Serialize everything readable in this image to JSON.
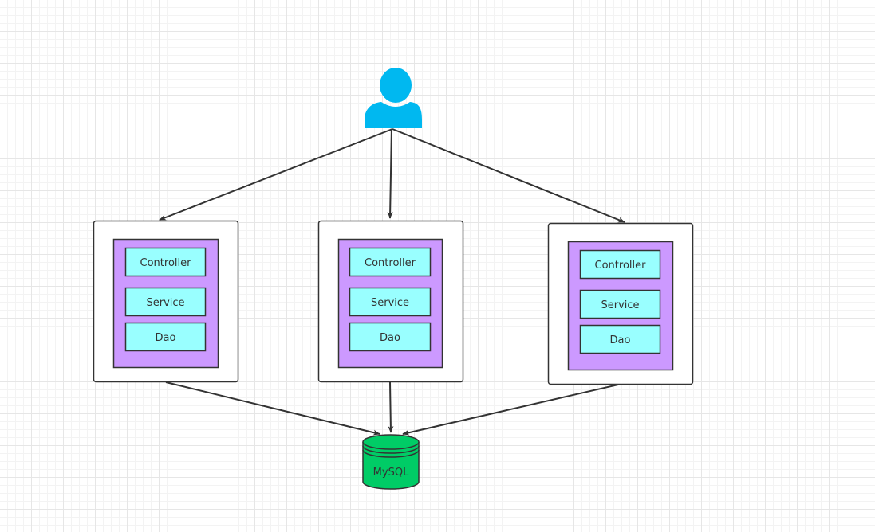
{
  "diagram": {
    "servers": [
      {
        "layers": [
          {
            "label": "Controller"
          },
          {
            "label": "Service"
          },
          {
            "label": "Dao"
          }
        ]
      },
      {
        "layers": [
          {
            "label": "Controller"
          },
          {
            "label": "Service"
          },
          {
            "label": "Dao"
          }
        ]
      },
      {
        "layers": [
          {
            "label": "Controller"
          },
          {
            "label": "Service"
          },
          {
            "label": "Dao"
          }
        ]
      }
    ],
    "database": {
      "label": "MySQL"
    },
    "colors": {
      "user_icon": "#00b8f0",
      "server_inner": "#cc99ff",
      "layer_box": "#99ffff",
      "database": "#00cc66",
      "stroke": "#333333"
    }
  }
}
